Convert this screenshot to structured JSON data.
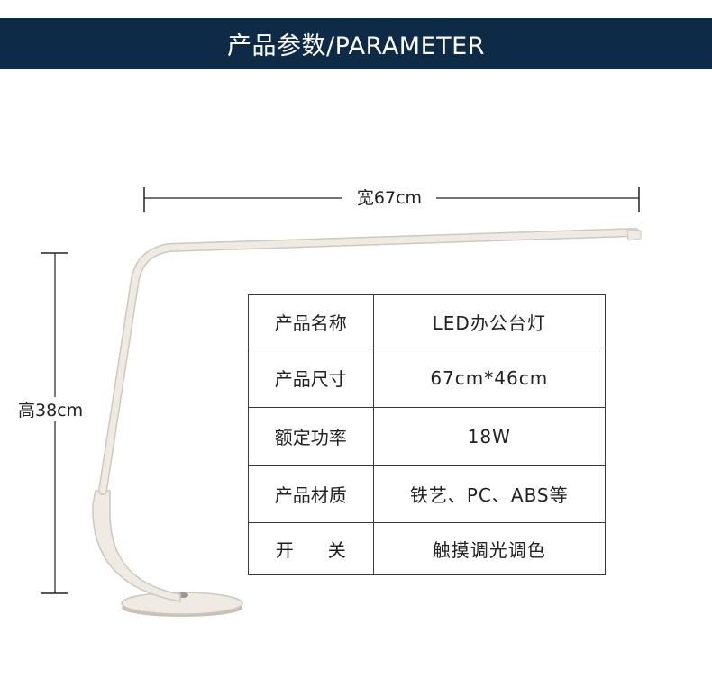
{
  "header": {
    "title": "产品参数/PARAMETER"
  },
  "dimensions": {
    "width_label": "宽67cm",
    "height_label": "高38cm"
  },
  "specs": [
    {
      "key": "产品名称",
      "value": "LED办公台灯"
    },
    {
      "key": "产品尺寸",
      "value": "67cm*46cm"
    },
    {
      "key": "额定功率",
      "value": "18W"
    },
    {
      "key": "产品材质",
      "value": "铁艺、PC、ABS等"
    },
    {
      "key": "开关",
      "value": "触摸调光调色"
    }
  ],
  "colors": {
    "header_bg": "#0d2a47",
    "header_text": "#ffffff",
    "lamp_body": "#efebe4",
    "lamp_edge": "#cfc8bd"
  },
  "icons": [
    "desk-lamp-image",
    "dimension-line-icon"
  ]
}
